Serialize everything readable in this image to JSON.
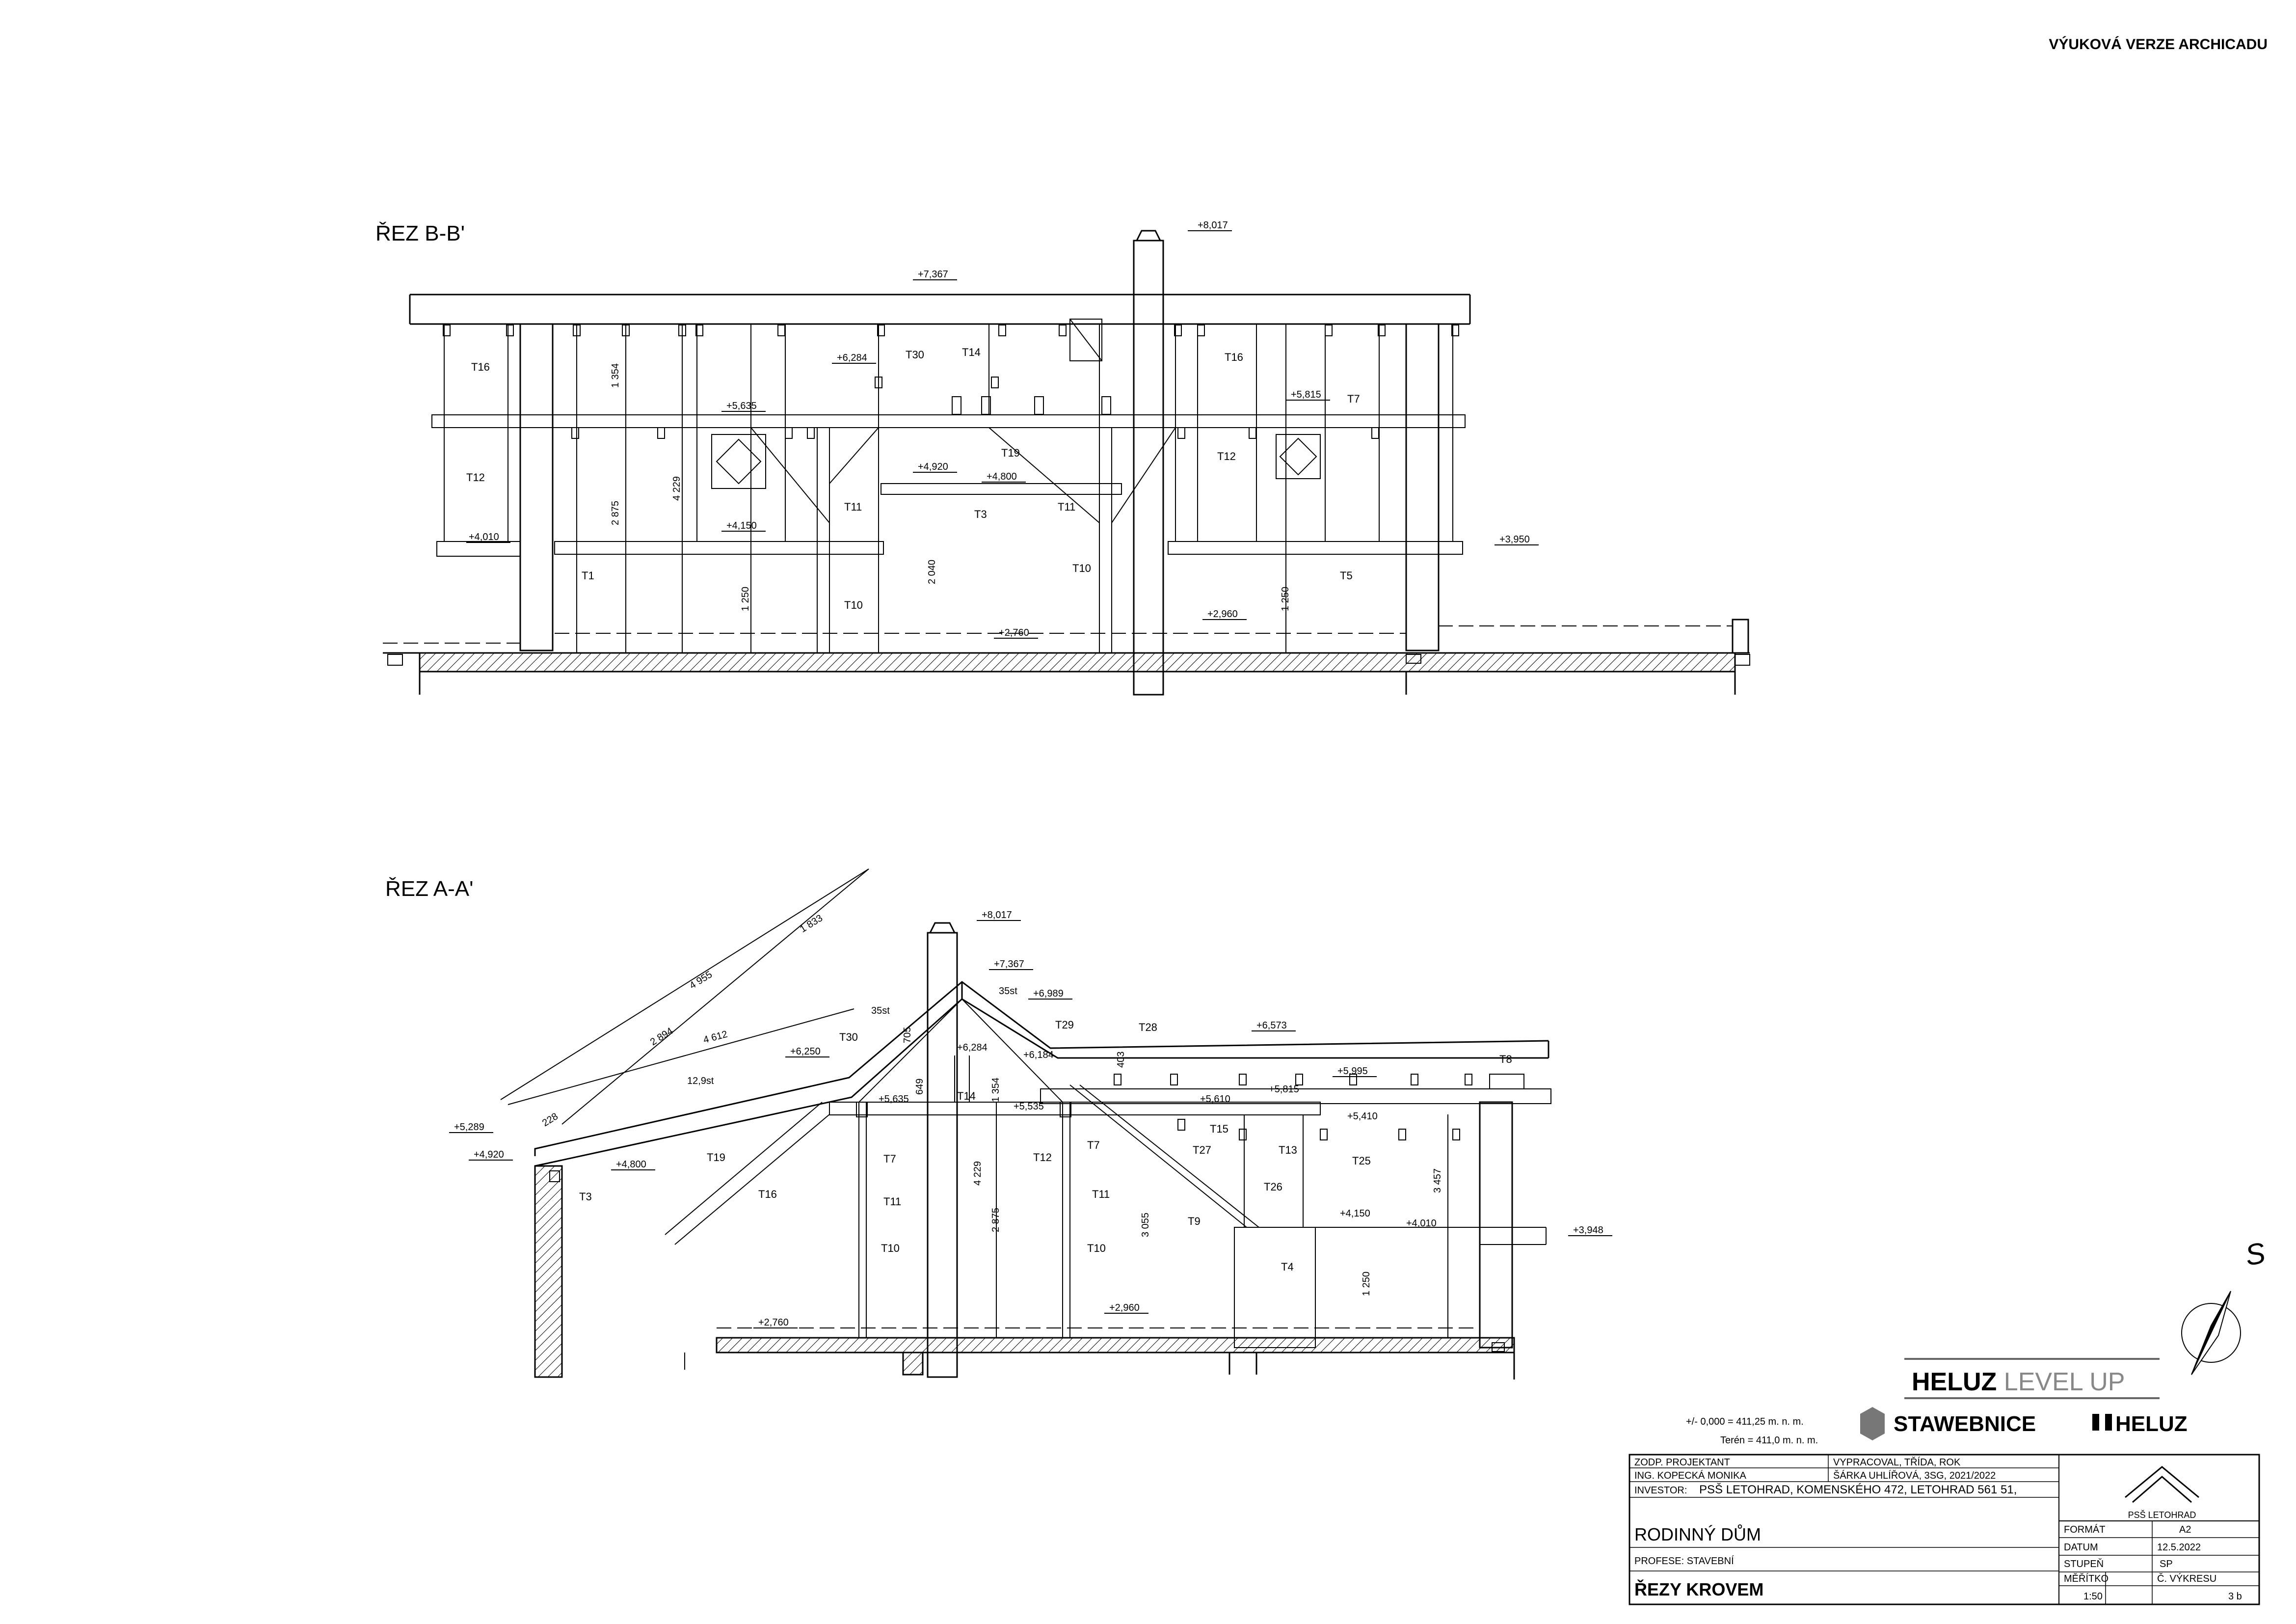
{
  "sheet": {
    "watermark": "VÝUKOVÁ VERZE ARCHICADU",
    "legend_zero": "+/- 0,000 = 411,25 m. n. m.",
    "legend_terrain": "Terén = 411,0 m. n. m.",
    "north_symbol": "S"
  },
  "section_bb": {
    "title": "ŘEZ B-B'",
    "levels": [
      "+8,017",
      "+7,367",
      "+6,284",
      "+5,635",
      "+5,815",
      "+4,920",
      "+4,800",
      "+4,010",
      "+4,150",
      "+3,950",
      "+2,960",
      "+2,760"
    ],
    "dims": [
      "1 354",
      "2 875",
      "4 229",
      "1 250",
      "2 040",
      "1 250"
    ],
    "members": [
      "T16",
      "T16",
      "T30",
      "T14",
      "T7",
      "T12",
      "T12",
      "T19",
      "T11",
      "T11",
      "T3",
      "T1",
      "T10",
      "T10",
      "T5"
    ]
  },
  "section_aa": {
    "title": "ŘEZ A-A'",
    "levels": [
      "+8,017",
      "+7,367",
      "+6,989",
      "+6,573",
      "+6,250",
      "+6,284",
      "+6,184",
      "+5,995",
      "+5,815",
      "+5,635",
      "+5,535",
      "+5,610",
      "+5,410",
      "+5,289",
      "+4,920",
      "+4,800",
      "+4,150",
      "+4,010",
      "+3,948",
      "+2,960",
      "+2,760"
    ],
    "dims": [
      "4 955",
      "1 833",
      "2 894",
      "4 612",
      "228",
      "705",
      "649",
      "1 354",
      "4 229",
      "2 875",
      "403",
      "3 055",
      "3 457",
      "1 250"
    ],
    "angles": [
      "35st",
      "35st",
      "12,9st"
    ],
    "members": [
      "T30",
      "T29",
      "T28",
      "T8",
      "T14",
      "T7",
      "T7",
      "T15",
      "T27",
      "T13",
      "T25",
      "T26",
      "T19",
      "T16",
      "T3",
      "T11",
      "T11",
      "T12",
      "T10",
      "T10",
      "T9",
      "T4"
    ]
  },
  "logos": {
    "heluz_levelup_a": "HELUZ",
    "heluz_levelup_b": "LEVEL UP",
    "stawebnice": "STAWEBNICE",
    "heluz": "HELUZ",
    "school_seal": "PSŠ LETOHRAD"
  },
  "title_block": {
    "responsible_label": "ZODP. PROJEKTANT",
    "responsible_value": "ING. KOPECKÁ MONIKA",
    "drawn_label": "VYPRACOVAL, TŘÍDA, ROK",
    "drawn_value": "ŠÁRKA UHLÍŘOVÁ, 3SG, 2021/2022",
    "investor_label": "INVESTOR:",
    "investor_value": "PSŠ LETOHRAD, KOMENSKÉHO 472, LETOHRAD 561 51,",
    "project": "RODINNÝ DŮM",
    "profession": "PROFESE: STAVEBNÍ",
    "drawing_title": "ŘEZY KROVEM",
    "format_label": "FORMÁT",
    "format_value": "A2",
    "date_label": "DATUM",
    "date_value": "12.5.2022",
    "stage_label": "STUPEŇ",
    "stage_value": "SP",
    "scale_label": "MĚŘÍTKO",
    "scale_value": "1:50",
    "sheet_no_label": "Č. VÝKRESU",
    "sheet_no_value": "3 b"
  }
}
